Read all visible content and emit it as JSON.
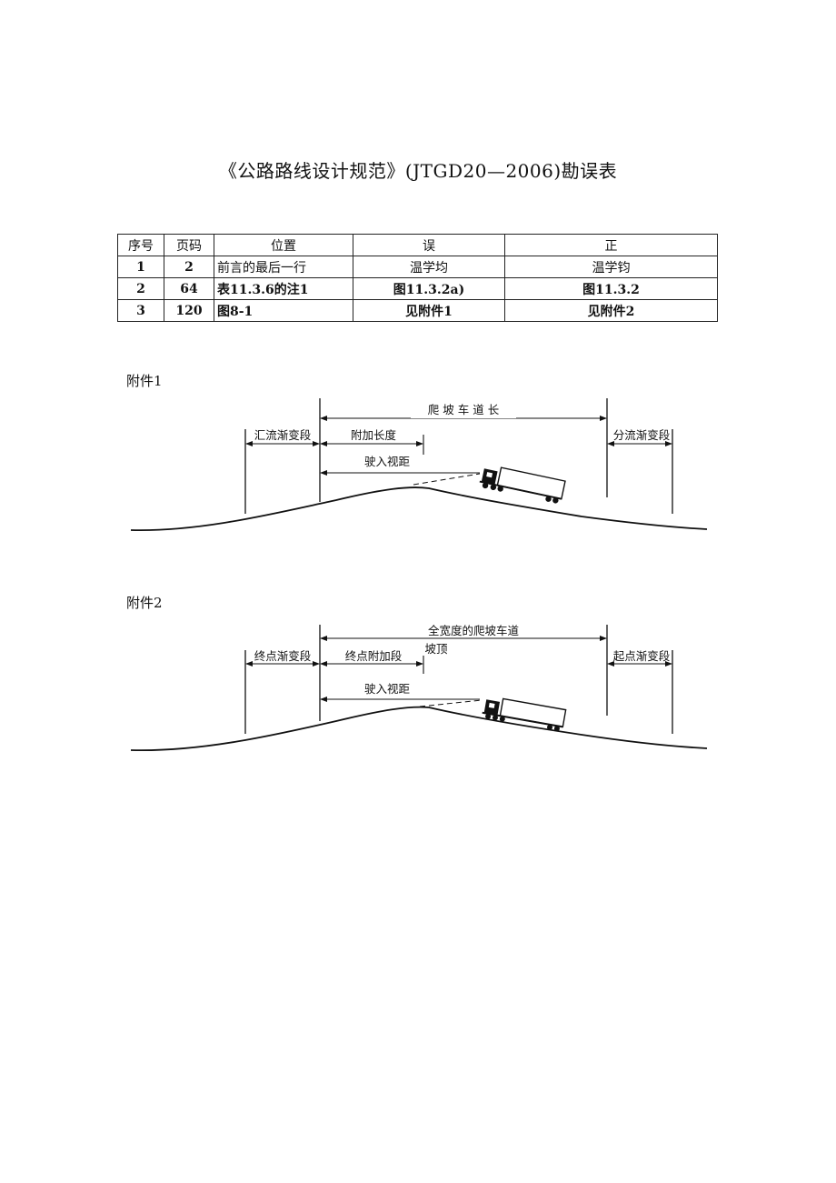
{
  "title": "《公路路线设计规范》(JTGD20—2006)勘误表",
  "table": {
    "headers": [
      "序号",
      "页码",
      "位置",
      "误",
      "正"
    ],
    "rows": [
      [
        "1",
        "2",
        "前言的最后一行",
        "温学均",
        "温学钧"
      ],
      [
        "2",
        "64",
        "表11.3.6的注1",
        "图11.3.2a)",
        "图11.3.2"
      ],
      [
        "3",
        "120",
        "图8-1",
        "见附件1",
        "见附件2"
      ]
    ]
  },
  "attachment1": {
    "label": "附件1",
    "climbing_lane_length": "爬 坡 车 道 长",
    "merge_taper": "汇流渐变段",
    "additional_length": "附加长度",
    "entry_sight_distance": "驶入视距",
    "diverge_taper": "分流渐变段"
  },
  "attachment2": {
    "label": "附件2",
    "full_width_lane": "全宽度的爬坡车道",
    "crest": "坡顶",
    "end_taper": "终点渐变段",
    "end_additional": "终点附加段",
    "entry_sight_distance": "驶入视距",
    "start_taper": "起点渐变段"
  }
}
